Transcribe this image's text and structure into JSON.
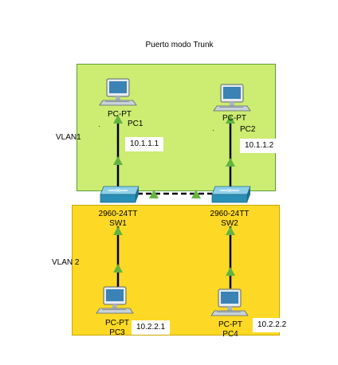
{
  "title": "Puerto modo Trunk",
  "zones": {
    "vlan1": {
      "label": "VLAN1",
      "color": "#ccec72"
    },
    "vlan2": {
      "label": "VLAN 2",
      "color": "#fdd925"
    }
  },
  "devices": {
    "pc1": {
      "model": "PC-PT",
      "name": "PC1",
      "ip": "10.1.1.1"
    },
    "pc2": {
      "model": "PC-PT",
      "name": "PC2",
      "ip": "10.1.1.2"
    },
    "pc3": {
      "model": "PC-PT",
      "name": "PC3",
      "ip": "10.2.2.1"
    },
    "pc4": {
      "model": "PC-PT",
      "name": "PC4",
      "ip": "10.2.2.2"
    },
    "sw1": {
      "model": "2960-24TT",
      "name": "SW1"
    },
    "sw2": {
      "model": "2960-24TT",
      "name": "SW2"
    }
  },
  "colors": {
    "link": "#000000",
    "link_up": "#63b33f",
    "switch": "#2a8fb5"
  }
}
